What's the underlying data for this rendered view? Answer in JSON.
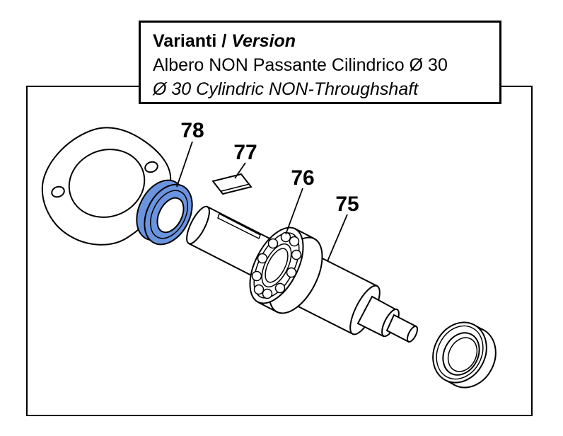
{
  "title_box": {
    "heading_it": "Varianti",
    "heading_sep": "/",
    "heading_en": "Version",
    "line_it": "Albero NON Passante Cilindrico Ø 30",
    "line_en": "Ø 30 Cylindric NON-Throughshaft"
  },
  "part_labels": {
    "seal": "78",
    "key": "77",
    "bearing": "76",
    "shaft": "75"
  },
  "colors": {
    "seal_highlight": "#6B94DF",
    "diagram_line": "#000000",
    "background": "#FFFFFF"
  }
}
